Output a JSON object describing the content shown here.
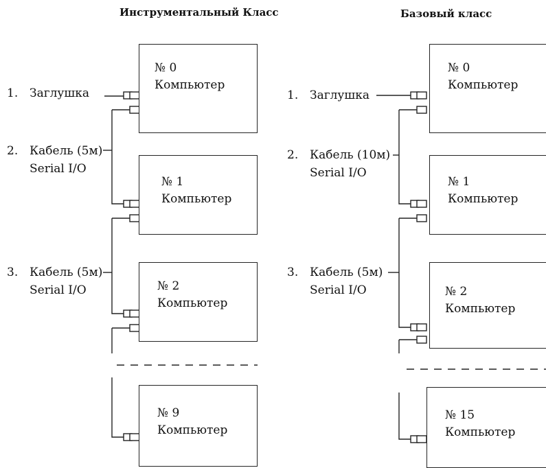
{
  "left_class": {
    "title": "Инструментальный Класс",
    "computers": [
      {
        "number": "№ 0",
        "label": "Компьютер"
      },
      {
        "number": "№ 1",
        "label": "Компьютер"
      },
      {
        "number": "№ 2",
        "label": "Компьютер"
      },
      {
        "number": "№ 9",
        "label": "Компьютер"
      }
    ],
    "items": [
      {
        "index": "1.",
        "name": "Заглушка",
        "sub": ""
      },
      {
        "index": "2.",
        "name": "Кабель (5м)",
        "sub": "Serial I/O"
      },
      {
        "index": "3.",
        "name": "Кабель (5м)",
        "sub": "Serial I/O"
      }
    ]
  },
  "right_class": {
    "title": "Базовый класс",
    "computers": [
      {
        "number": "№ 0",
        "label": "Компьютер"
      },
      {
        "number": "№ 1",
        "label": "Компьютер"
      },
      {
        "number": "№ 2",
        "label": "Компьютер"
      },
      {
        "number": "№ 15",
        "label": "Компьютер"
      }
    ],
    "items": [
      {
        "index": "1.",
        "name": "Заглушка",
        "sub": ""
      },
      {
        "index": "2.",
        "name": "Кабель (10м)",
        "sub": "Serial I/O"
      },
      {
        "index": "3.",
        "name": "Кабель (5м)",
        "sub": "Serial I/O"
      }
    ]
  }
}
